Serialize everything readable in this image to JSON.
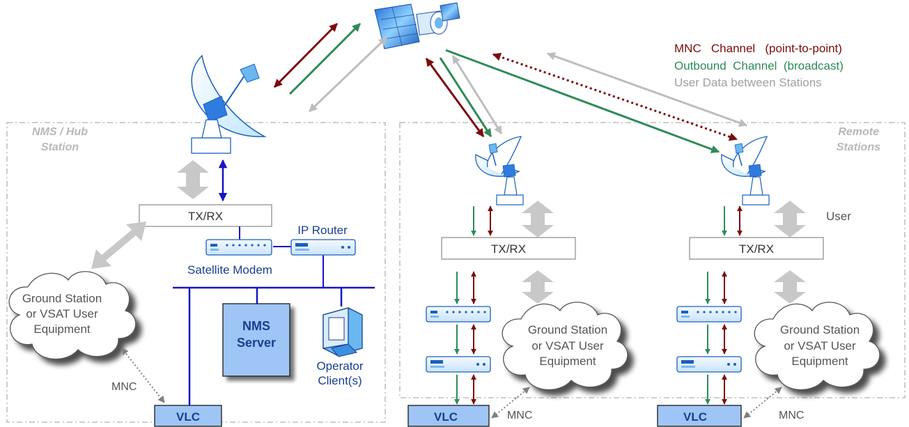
{
  "legend": {
    "mnc": "MNC   Channel   (point-to-point)",
    "outbound": "Outbound  Channel  (broadcast)",
    "userdata": "User Data between Stations"
  },
  "hub": {
    "title_line1": "NMS / Hub",
    "title_line2": "Station",
    "txrx": "TX/RX",
    "ip_router": "IP Router",
    "satellite_modem": "Satellite Modem",
    "nms_server_line1": "NMS",
    "nms_server_line2": "Server",
    "operator_line1": "Operator",
    "operator_line2": "Client(s)",
    "cloud_line1": "Ground Station",
    "cloud_line2": "or VSAT User",
    "cloud_line3": "Equipment",
    "mnc_label": "MNC",
    "vlc": "VLC"
  },
  "remotes": {
    "title_line1": "Remote",
    "title_line2": "Stations",
    "user_label": "User",
    "stations": [
      {
        "txrx": "TX/RX",
        "cloud_line1": "Ground Station",
        "cloud_line2": "or VSAT User",
        "cloud_line3": "Equipment",
        "vlc": "VLC",
        "mnc_label": "MNC"
      },
      {
        "txrx": "TX/RX",
        "cloud_line1": "Ground Station",
        "cloud_line2": "or VSAT User",
        "cloud_line3": "Equipment",
        "vlc": "VLC",
        "mnc_label": "MNC"
      }
    ]
  },
  "colors": {
    "mnc": "#7a0c0c",
    "outbound": "#2e8b57",
    "userdata": "#bdbdbd",
    "blue": "#1515c8",
    "boxfill": "#9ec5f5"
  }
}
